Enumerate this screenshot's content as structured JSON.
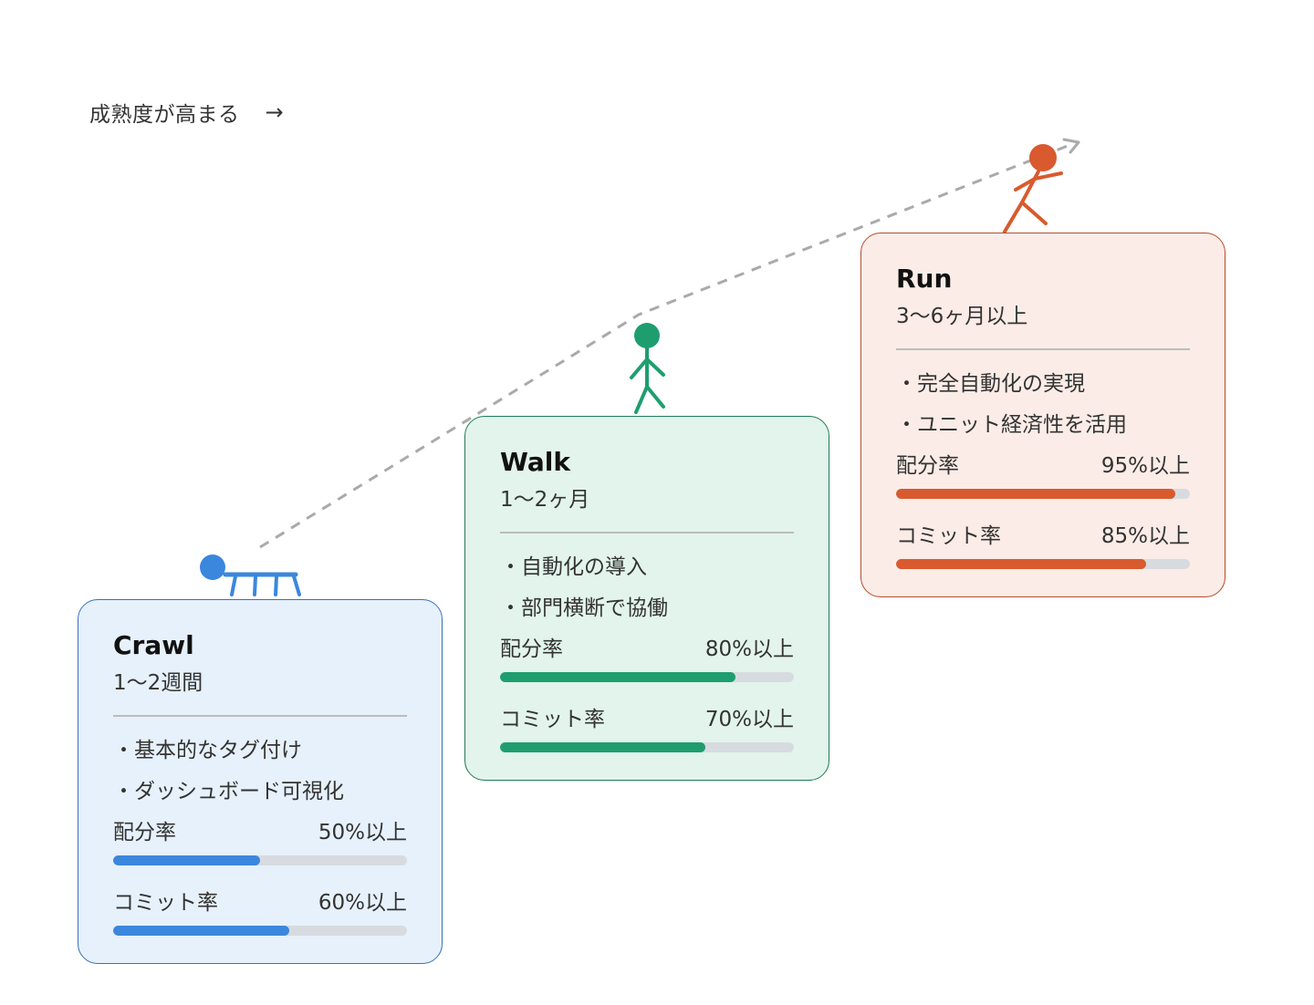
{
  "header": {
    "label": "成熟度が高まる",
    "arrow": "→"
  },
  "stages": [
    {
      "id": "crawl",
      "title": "Crawl",
      "duration": "1〜2週間",
      "bullets": [
        "・基本的なタグ付け",
        "・ダッシュボード可視化"
      ],
      "metrics": [
        {
          "label": "配分率",
          "value_text": "50%以上",
          "fill": 0.5
        },
        {
          "label": "コミット率",
          "value_text": "60%以上",
          "fill": 0.6
        }
      ],
      "colors": {
        "accent": "#3b87dd",
        "bg": "#e6f1fb",
        "border": "#3b6fb8"
      },
      "figure": "crawling-figure-icon"
    },
    {
      "id": "walk",
      "title": "Walk",
      "duration": "1〜2ヶ月",
      "bullets": [
        "・自動化の導入",
        "・部門横断で協働"
      ],
      "metrics": [
        {
          "label": "配分率",
          "value_text": "80%以上",
          "fill": 0.8
        },
        {
          "label": "コミット率",
          "value_text": "70%以上",
          "fill": 0.7
        }
      ],
      "colors": {
        "accent": "#1e9e6e",
        "bg": "#e2f4ec",
        "border": "#1e7a56"
      },
      "figure": "walking-figure-icon"
    },
    {
      "id": "run",
      "title": "Run",
      "duration": "3〜6ヶ月以上",
      "bullets": [
        "・完全自動化の実現",
        "・ユニット経済性を活用"
      ],
      "metrics": [
        {
          "label": "配分率",
          "value_text": "95%以上",
          "fill": 0.95
        },
        {
          "label": "コミット率",
          "value_text": "85%以上",
          "fill": 0.85
        }
      ],
      "colors": {
        "accent": "#d95a2e",
        "bg": "#fbece7",
        "border": "#b8492a"
      },
      "figure": "running-figure-icon"
    }
  ]
}
